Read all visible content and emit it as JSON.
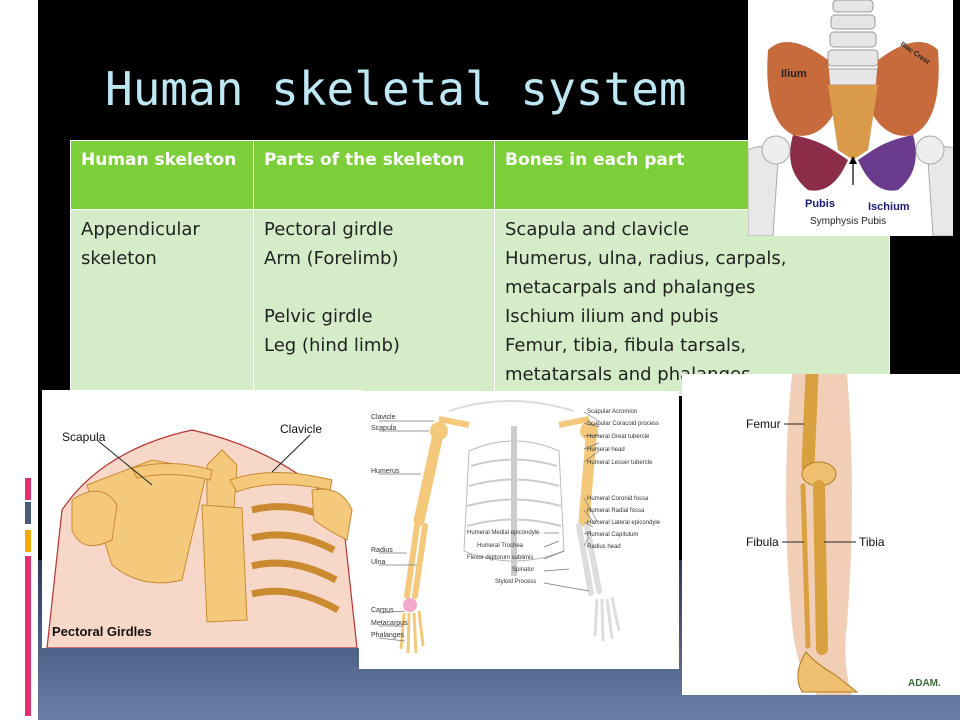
{
  "slide": {
    "title": "Human skeletal system"
  },
  "table": {
    "headers": [
      "Human skeleton",
      "Parts of the skeleton",
      "Bones in each part"
    ],
    "rows": [
      {
        "col1": "Appendicular skeleton",
        "col2": "Pectoral girdle\nArm (Forelimb)\n\nPelvic girdle\nLeg (hind limb)",
        "col3": "Scapula and clavicle\nHumerus, ulna, radius, carpals,\nmetacarpals and phalanges\nIschium ilium and pubis\nFemur, tibia, fibula tarsals,\nmetatarsals and phalanges"
      }
    ]
  },
  "pelvis_image": {
    "labels": {
      "ilium": "Ilium",
      "iliac_crest": "Iliac Crest",
      "pubis": "Pubis",
      "ischium": "Ischium",
      "symphysis": "Symphysis Pubis"
    }
  },
  "pectoral_image": {
    "labels": {
      "scapula": "Scapula",
      "clavicle": "Clavicle",
      "caption": "Pectoral Girdles"
    }
  },
  "arm_image": {
    "left_labels": [
      "Clavicle",
      "Scapula",
      "Humerus",
      "Radius",
      "Ulna",
      "Carpus",
      "Metacarpus",
      "Phalanges"
    ],
    "right_labels": [
      "Scapular Acromion",
      "Scapular Coracoid process",
      "Humeral Great tubercle",
      "Humeral head",
      "Humeral Lesser tubercle",
      "Humeral Coronid fossa",
      "Humeral Radial fossa",
      "Humeral Lateral epicondyle",
      "Humeral Capitulum",
      "Radius head"
    ],
    "mid_labels": [
      "Humeral Medial epicondyle",
      "Humeral Trochea",
      "Flexor digitorum sublimis",
      "Spinator",
      "Styloid Process"
    ]
  },
  "leg_image": {
    "labels": {
      "femur": "Femur",
      "fibula": "Fibula",
      "tibia": "Tibia",
      "brand": "ADAM."
    }
  },
  "colors": {
    "title": "#bfe8f5",
    "header_green": "#7dcf3a",
    "cell_green": "#d5ecc8",
    "bone": "#f4c97c"
  }
}
